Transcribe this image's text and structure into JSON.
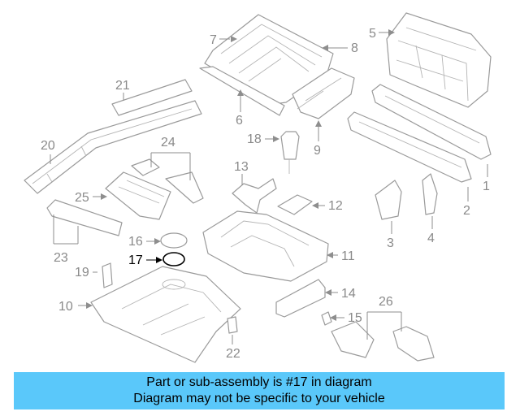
{
  "callouts": {
    "c1": "1",
    "c2": "2",
    "c3": "3",
    "c4": "4",
    "c5": "5",
    "c6": "6",
    "c7": "7",
    "c8": "8",
    "c9": "9",
    "c10": "10",
    "c11": "11",
    "c12": "12",
    "c13": "13",
    "c14": "14",
    "c15": "15",
    "c16": "16",
    "c17": "17",
    "c18": "18",
    "c19": "19",
    "c20": "20",
    "c21": "21",
    "c22": "22",
    "c23": "23",
    "c24": "24",
    "c25": "25",
    "c26": "26"
  },
  "highlighted_part": "17",
  "footer": {
    "line1": "Part or sub-assembly is #17 in diagram",
    "line2": "Diagram may not be specific to your vehicle",
    "background": "#5ac8fa"
  }
}
